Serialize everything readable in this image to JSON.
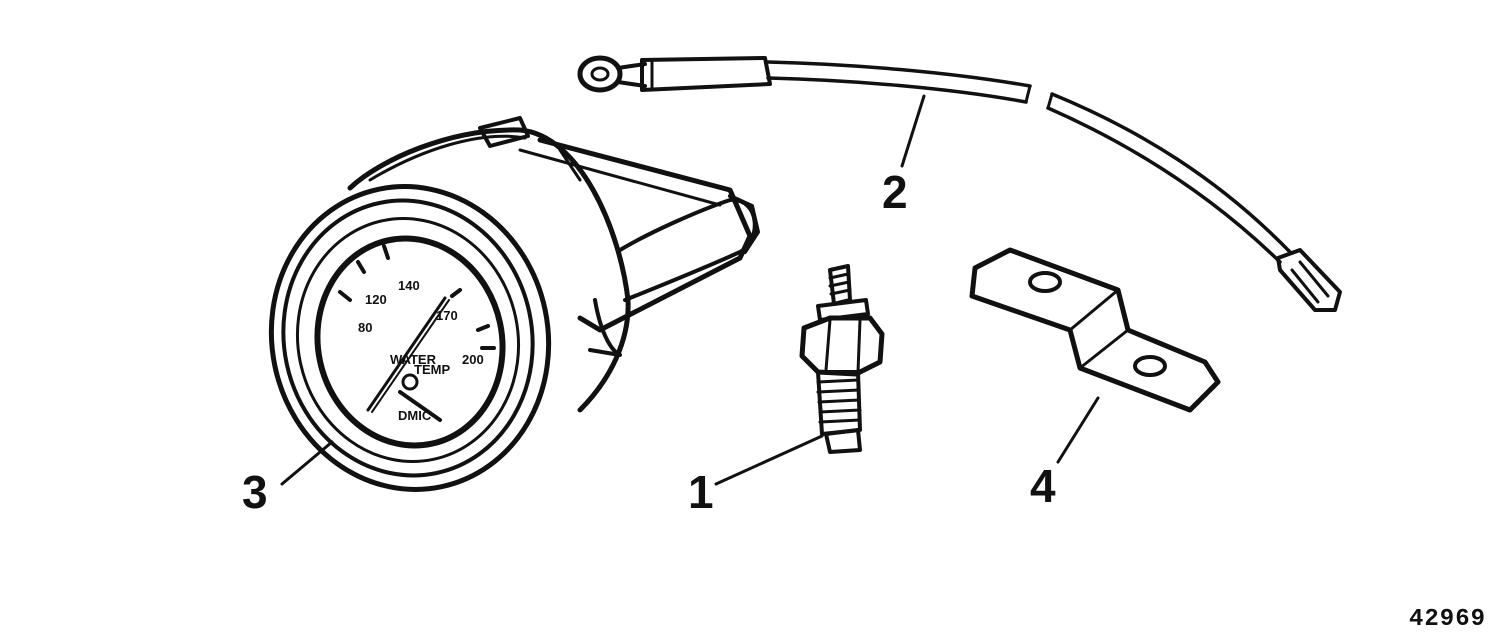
{
  "callouts": [
    {
      "id": "1",
      "label": "1"
    },
    {
      "id": "2",
      "label": "2"
    },
    {
      "id": "3",
      "label": "3"
    },
    {
      "id": "4",
      "label": "4"
    }
  ],
  "gauge": {
    "dial_labels": [
      "80",
      "120",
      "140",
      "170",
      "200"
    ],
    "word_top": "WATER",
    "word_mid": "TEMP",
    "word_bottom": "DMIC"
  },
  "figure_number": "42969",
  "colors": {
    "ink": "#111111",
    "background": "#ffffff"
  }
}
